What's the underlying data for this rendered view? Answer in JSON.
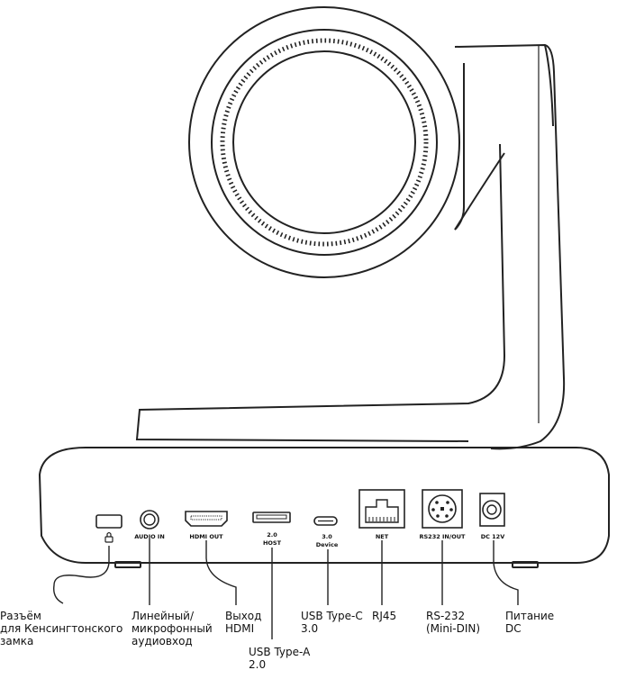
{
  "ports": {
    "audio_in": "AUDIO IN",
    "hdmi_out": "HDMI OUT",
    "usb_a_line1": "2.0",
    "usb_a_line2": "HOST",
    "usb_c_line1": "3.0",
    "usb_c_line2": "Device",
    "net": "NET",
    "rs232": "RS232 IN/OUT",
    "dc": "DC 12V"
  },
  "callouts": {
    "kensington": "Разъём\nдля Кенсингтонского\nзамка",
    "audio": "Линейный/\nмикрофонный\nаудиовход",
    "hdmi": "Выход\nHDMI",
    "usb_a": "USB Type-A\n2.0",
    "usb_c": "USB Type-C\n3.0",
    "rj45": "RJ45",
    "rs232": "RS-232\n(Mini-DIN)",
    "power": "Питание\nDC"
  },
  "icons": {
    "lock": "padlock-icon"
  }
}
